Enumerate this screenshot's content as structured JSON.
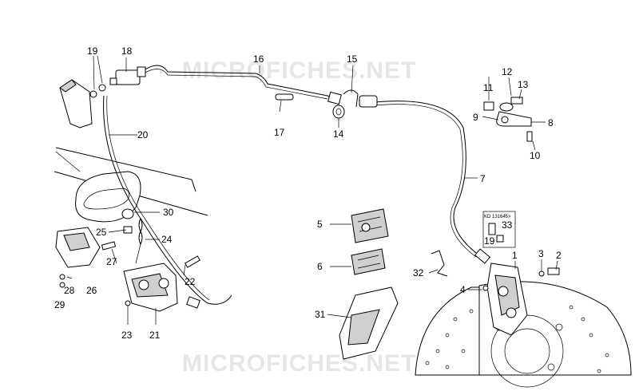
{
  "watermark": "MICROFICHES.NET",
  "parts": {
    "p1": "1",
    "p2": "2",
    "p3": "3",
    "p4": "4",
    "p5": "5",
    "p6": "6",
    "p7": "7",
    "p8": "8",
    "p9": "9",
    "p10": "10",
    "p11": "11",
    "p12": "12",
    "p13": "13",
    "p14": "14",
    "p15": "15",
    "p16": "16",
    "p17": "17",
    "p18": "18",
    "p19": "19",
    "p20": "20",
    "p21": "21",
    "p22": "22",
    "p23": "23",
    "p24": "24",
    "p25": "25",
    "p26": "26",
    "p27": "27",
    "p28": "28",
    "p29": "29",
    "p30": "30",
    "p31": "31",
    "p32": "32",
    "p33": "33",
    "p19b": "19"
  },
  "inset_note": "KD 131645>"
}
